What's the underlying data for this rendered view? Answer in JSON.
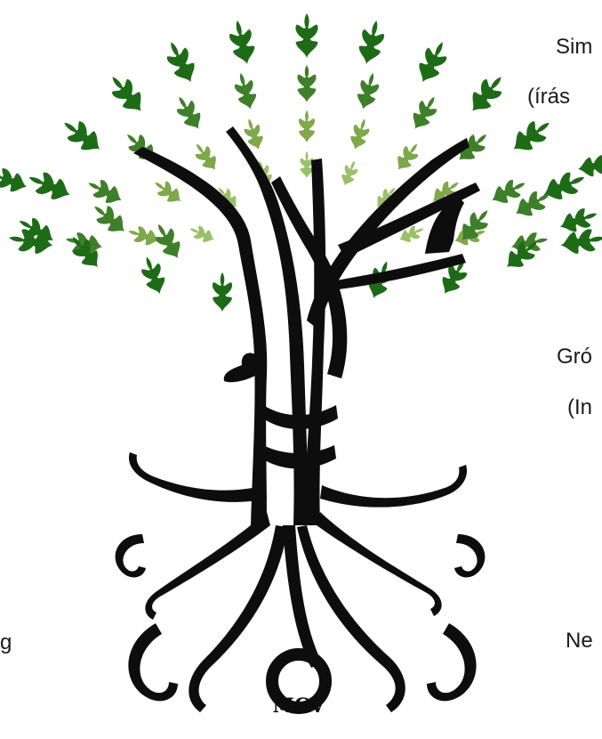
{
  "labels": [
    {
      "id": "l1",
      "text": "Sim"
    },
    {
      "id": "l2",
      "text": "(írás"
    },
    {
      "id": "l3",
      "text": "Gró"
    },
    {
      "id": "l4",
      "text": "(In"
    },
    {
      "id": "l5",
      "text": "g"
    },
    {
      "id": "l6",
      "text": "Ne"
    }
  ],
  "logo": {
    "text": "MCV"
  },
  "colors": {
    "trunk": "#0d0d0d",
    "leaf_dark": "#1e6b17",
    "leaf_mid": "#3f7f2a",
    "leaf_light": "#7ea84a",
    "leaf_pale": "#9bc06a"
  }
}
